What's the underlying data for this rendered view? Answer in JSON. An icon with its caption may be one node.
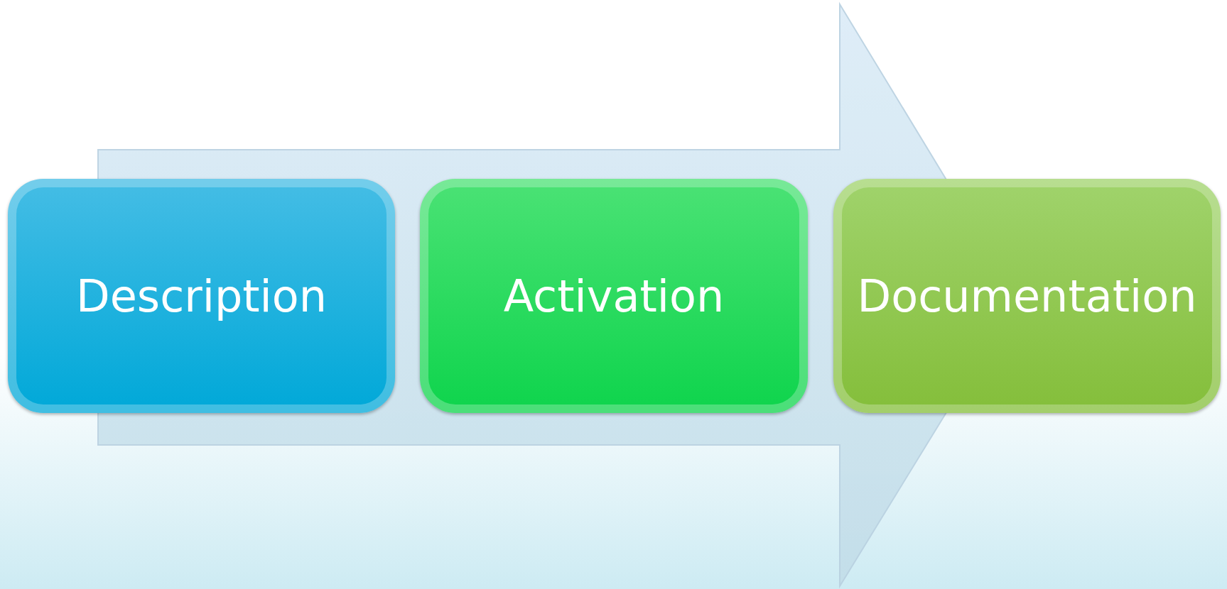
{
  "diagram": {
    "nodes": [
      {
        "text": [
          "Description"
        ]
      },
      {
        "text": [
          "Activation"
        ]
      },
      {
        "text": [
          "Documentation"
        ]
      }
    ],
    "edges": [
      {
        "from": 0,
        "to": 2,
        "arrow": "to"
      }
    ]
  }
}
